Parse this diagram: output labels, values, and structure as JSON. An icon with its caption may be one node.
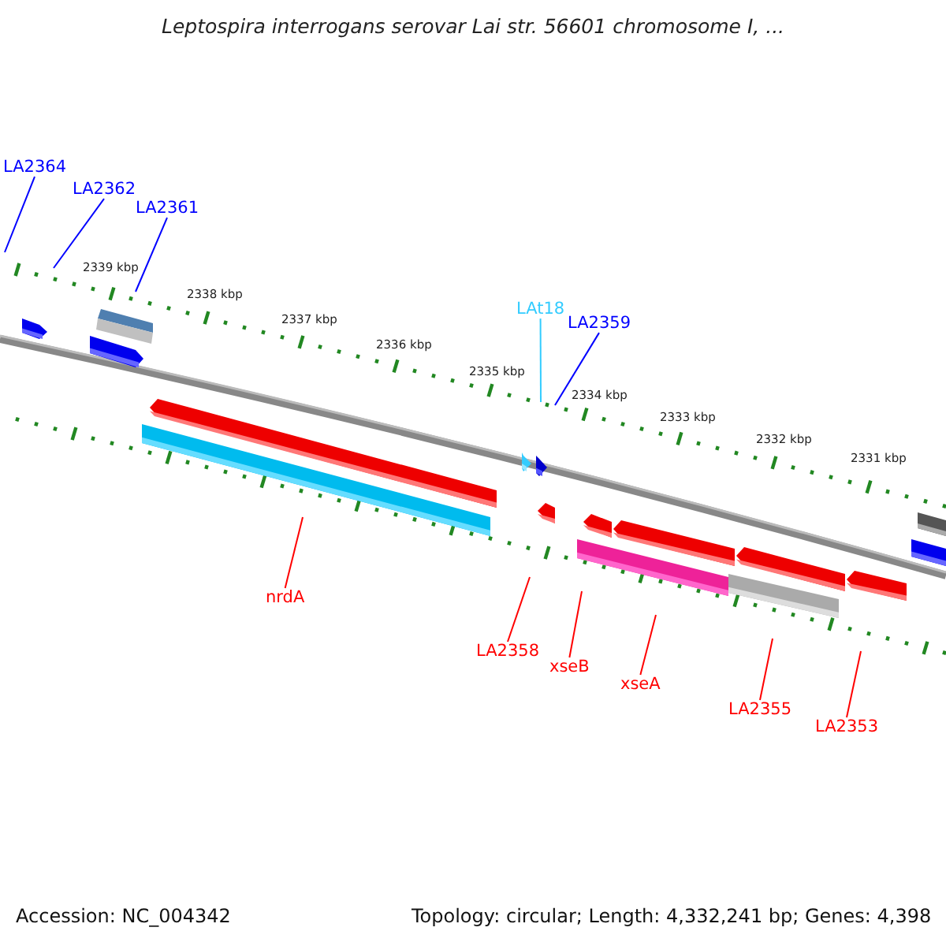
{
  "diagram": {
    "title": "Leptospira interrogans serovar Lai str. 56601 chromosome I, ...",
    "nodes": [
      {
        "text": [
          "LA2364"
        ]
      },
      {
        "text": [
          "LA2362"
        ]
      },
      {
        "text": [
          "LA2361"
        ]
      },
      {
        "text": [
          "LAt18"
        ]
      },
      {
        "text": [
          "LA2359"
        ]
      },
      {
        "text": [
          "nrdA"
        ]
      },
      {
        "text": [
          "LA2358"
        ]
      },
      {
        "text": [
          "xseB"
        ]
      },
      {
        "text": [
          "xseA"
        ]
      },
      {
        "text": [
          "LA2355"
        ]
      },
      {
        "text": [
          "LA2353"
        ]
      }
    ],
    "edges": [
      {
        "from": 0,
        "to": null,
        "arrow": "none",
        "color": "#0000ff"
      },
      {
        "from": 1,
        "to": null,
        "arrow": "none",
        "color": "#0000ff"
      },
      {
        "from": 2,
        "to": null,
        "arrow": "none",
        "color": "#0000ff"
      },
      {
        "from": 3,
        "to": null,
        "arrow": "none",
        "color": "#33ccff"
      },
      {
        "from": 4,
        "to": null,
        "arrow": "none",
        "color": "#0000ff"
      },
      {
        "from": 5,
        "to": null,
        "arrow": "none"
      },
      {
        "from": 6,
        "to": null,
        "arrow": "none"
      },
      {
        "from": 7,
        "to": null,
        "arrow": "none"
      },
      {
        "from": 8,
        "to": null,
        "arrow": "none"
      },
      {
        "from": 9,
        "to": null,
        "arrow": "none"
      },
      {
        "from": 10,
        "to": null,
        "arrow": "none"
      }
    ],
    "labels": [
      "2339 kbp",
      "2338 kbp",
      "2337 kbp",
      "2336 kbp",
      "2335 kbp",
      "2334 kbp",
      "2333 kbp",
      "2332 kbp",
      "2331 kbp",
      "Accession: NC_004342",
      "Topology: circular; Length: 4,332,241 bp; Genes: 4,398"
    ]
  }
}
